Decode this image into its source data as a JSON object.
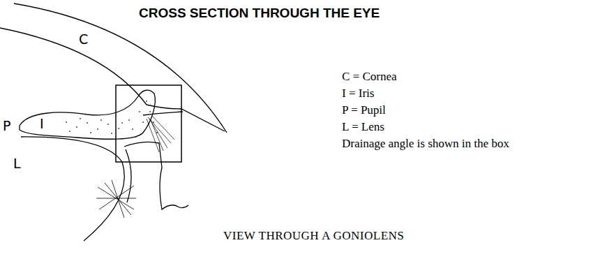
{
  "diagram": {
    "title": "CROSS SECTION THROUGH THE EYE",
    "caption": "VIEW THROUGH A GONIOLENS",
    "labels": [
      "C",
      "I",
      "P",
      "L",
      "C = Cornea",
      "I = Iris",
      "P = Pupil",
      "L = Lens",
      "Drainage angle is shown in the box"
    ]
  }
}
